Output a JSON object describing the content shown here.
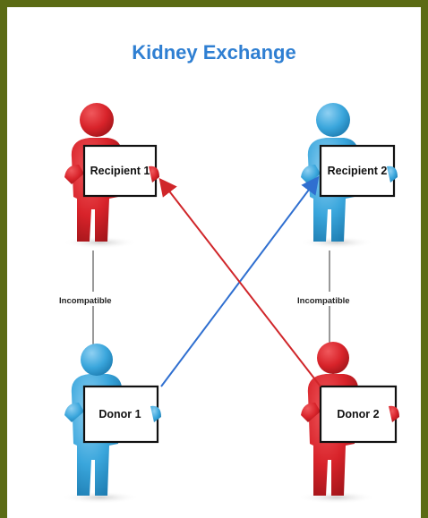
{
  "title": "Kidney Exchange",
  "colors": {
    "border": "#5b6b14",
    "title": "#2f7fd2",
    "red_figure": "#d8232a",
    "blue_figure": "#3aa6dc",
    "red_arrow": "#d0262a",
    "blue_arrow": "#2f6fd0"
  },
  "figures": {
    "recipient1": {
      "label": "Recipient 1",
      "color": "red"
    },
    "recipient2": {
      "label": "Recipient 2",
      "color": "blue"
    },
    "donor1": {
      "label": "Donor 1",
      "color": "blue"
    },
    "donor2": {
      "label": "Donor 2",
      "color": "red"
    }
  },
  "links": {
    "left": "Incompatible",
    "right": "Incompatible"
  },
  "arrows": [
    {
      "from": "donor1",
      "to": "recipient2",
      "color": "blue"
    },
    {
      "from": "donor2",
      "to": "recipient1",
      "color": "red"
    }
  ]
}
